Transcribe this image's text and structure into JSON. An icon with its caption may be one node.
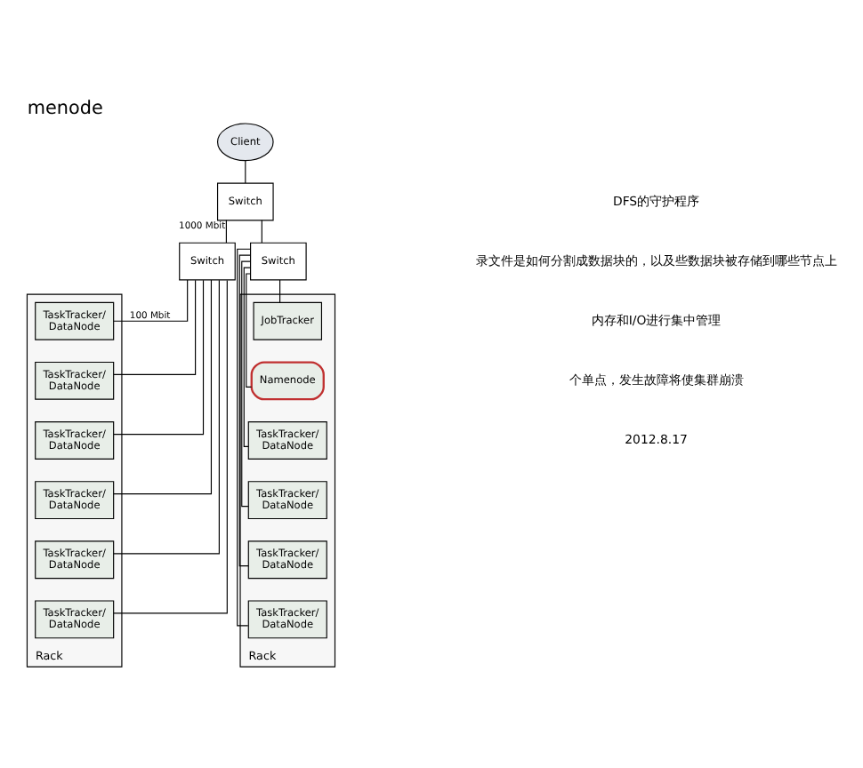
{
  "diagram": {
    "title": "menode",
    "nodes": [
      {
        "text": [
          "Client"
        ]
      },
      {
        "text": [
          "Switch"
        ]
      },
      {
        "text": [
          "Switch"
        ]
      },
      {
        "text": [
          "Switch"
        ]
      },
      {
        "text": [
          "Rack"
        ]
      },
      {
        "text": [
          "TaskTracker/ DataNode"
        ],
        "in": 4
      },
      {
        "text": [
          "TaskTracker/ DataNode"
        ],
        "in": 4
      },
      {
        "text": [
          "TaskTracker/ DataNode"
        ],
        "in": 4
      },
      {
        "text": [
          "TaskTracker/ DataNode"
        ],
        "in": 4
      },
      {
        "text": [
          "TaskTracker/ DataNode"
        ],
        "in": 4
      },
      {
        "text": [
          "TaskTracker/ DataNode"
        ],
        "in": 4
      },
      {
        "text": [
          "Rack"
        ]
      },
      {
        "text": [
          "JobTracker"
        ],
        "in": 11
      },
      {
        "text": [
          "Namenode"
        ],
        "in": 11
      },
      {
        "text": [
          "TaskTracker/ DataNode"
        ],
        "in": 11
      },
      {
        "text": [
          "TaskTracker/ DataNode"
        ],
        "in": 11
      },
      {
        "text": [
          "TaskTracker/ DataNode"
        ],
        "in": 11
      },
      {
        "text": [
          "TaskTracker/ DataNode"
        ],
        "in": 11
      }
    ],
    "edges": [
      {
        "from": 0,
        "to": 1,
        "arrow": "none"
      },
      {
        "from": 1,
        "to": 2,
        "arrow": "none",
        "label": "1000 Mbit"
      },
      {
        "from": 1,
        "to": 3,
        "arrow": "none"
      },
      {
        "from": 2,
        "to": 5,
        "arrow": "none",
        "label": "100 Mbit"
      },
      {
        "from": 2,
        "to": 6,
        "arrow": "none"
      },
      {
        "from": 2,
        "to": 7,
        "arrow": "none"
      },
      {
        "from": 2,
        "to": 8,
        "arrow": "none"
      },
      {
        "from": 2,
        "to": 9,
        "arrow": "none"
      },
      {
        "from": 2,
        "to": 10,
        "arrow": "none"
      },
      {
        "from": 3,
        "to": 12,
        "arrow": "none"
      },
      {
        "from": 3,
        "to": 13,
        "arrow": "none"
      },
      {
        "from": 3,
        "to": 14,
        "arrow": "none"
      },
      {
        "from": 3,
        "to": 15,
        "arrow": "none"
      },
      {
        "from": 3,
        "to": 16,
        "arrow": "none"
      },
      {
        "from": 3,
        "to": 17,
        "arrow": "none"
      }
    ],
    "labels": [
      "DFS的守护程序",
      "录文件是如何分割成数据块的，以及些数据块被存储到哪些节点上",
      "内存和I/O进行集中管理",
      "个单点，发生故障将使集群崩溃",
      "2012.8.17"
    ]
  }
}
